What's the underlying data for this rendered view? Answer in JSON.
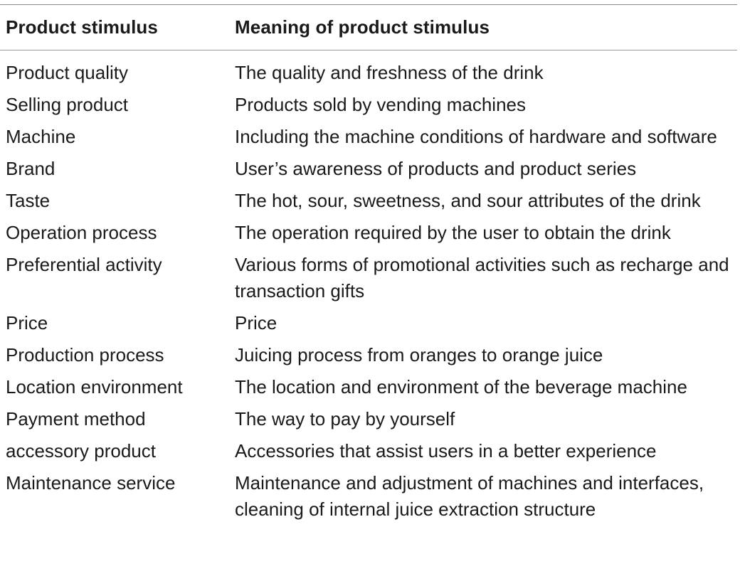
{
  "table": {
    "headers": {
      "stimulus": "Product stimulus",
      "meaning": "Meaning of product stimulus"
    },
    "rows": [
      {
        "stimulus": "Product quality",
        "meaning": "The quality and freshness of the drink"
      },
      {
        "stimulus": "Selling product",
        "meaning": "Products sold by vending machines"
      },
      {
        "stimulus": "Machine",
        "meaning": "Including the machine conditions of hardware and software"
      },
      {
        "stimulus": "Brand",
        "meaning": "User’s awareness of products and product series"
      },
      {
        "stimulus": "Taste",
        "meaning": "The hot, sour, sweetness, and sour attributes of the drink"
      },
      {
        "stimulus": "Operation process",
        "meaning": "The operation required by the user to obtain the drink"
      },
      {
        "stimulus": "Preferential activity",
        "meaning": "Various forms of promotional activities such as recharge and transaction gifts"
      },
      {
        "stimulus": "Price",
        "meaning": "Price"
      },
      {
        "stimulus": "Production process",
        "meaning": "Juicing process from oranges to orange juice"
      },
      {
        "stimulus": "Location environment",
        "meaning": "The location and environment of the beverage machine"
      },
      {
        "stimulus": "Payment method",
        "meaning": "The way to pay by yourself"
      },
      {
        "stimulus": "accessory product",
        "meaning": "Accessories that assist users in a better experience"
      },
      {
        "stimulus": "Maintenance service",
        "meaning": "Maintenance and adjustment of machines and interfaces, cleaning of internal juice extraction structure"
      }
    ]
  }
}
